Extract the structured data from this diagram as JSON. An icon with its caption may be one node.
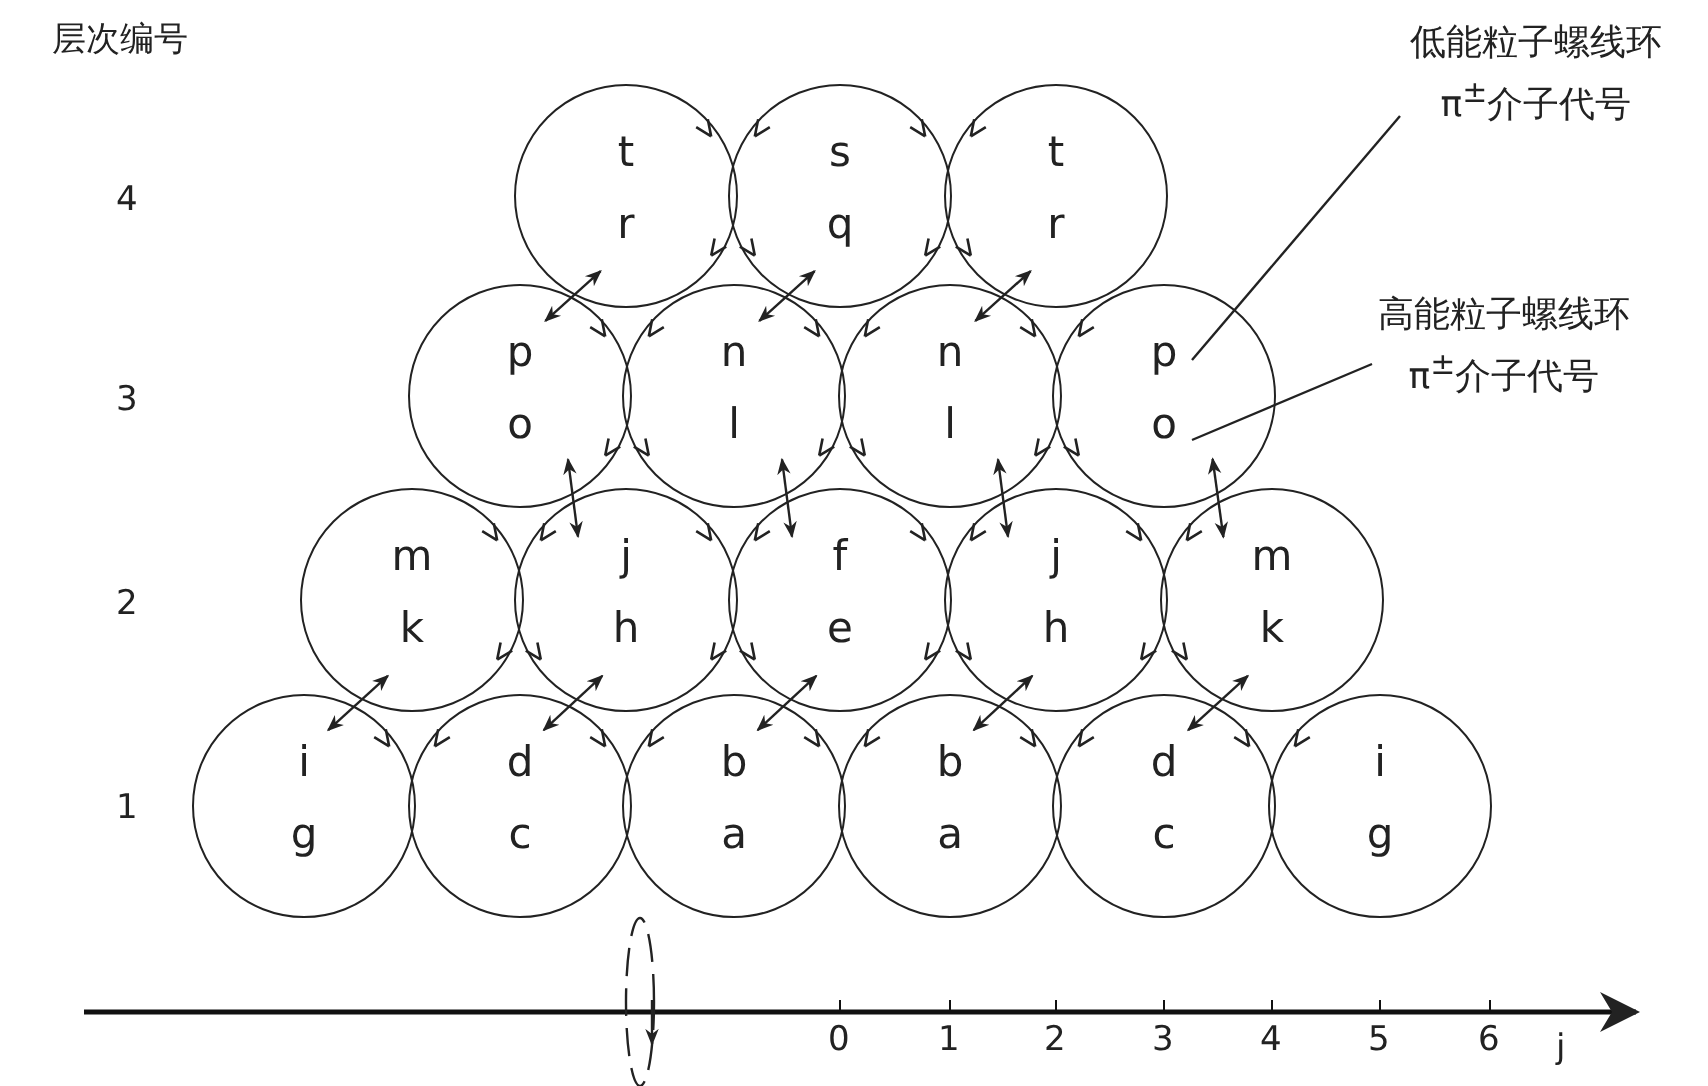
{
  "diagram": {
    "nodes": [
      {
        "text": [
          "t",
          "r"
        ]
      },
      {
        "text": [
          "s",
          "q"
        ]
      },
      {
        "text": [
          "t",
          "r"
        ]
      },
      {
        "text": [
          "p",
          "o"
        ]
      },
      {
        "text": [
          "n",
          "l"
        ]
      },
      {
        "text": [
          "n",
          "l"
        ]
      },
      {
        "text": [
          "p",
          "o"
        ]
      },
      {
        "text": [
          "m",
          "k"
        ]
      },
      {
        "text": [
          "j",
          "h"
        ]
      },
      {
        "text": [
          "f",
          "e"
        ]
      },
      {
        "text": [
          "j",
          "h"
        ]
      },
      {
        "text": [
          "m",
          "k"
        ]
      },
      {
        "text": [
          "i",
          "g"
        ]
      },
      {
        "text": [
          "d",
          "c"
        ]
      },
      {
        "text": [
          "b",
          "a"
        ]
      },
      {
        "text": [
          "b",
          "a"
        ]
      },
      {
        "text": [
          "d",
          "c"
        ]
      },
      {
        "text": [
          "i",
          "g"
        ]
      },
      {
        "text": [
          "低能粒子螺线环π$^{±}$介子代号"
        ]
      },
      {
        "text": [
          "高能粒子螺线环π$^{±}$介子代号"
        ]
      }
    ],
    "edges": [
      {
        "from": 0,
        "to": 3,
        "arrow": "both"
      },
      {
        "from": 1,
        "to": 4,
        "arrow": "both"
      },
      {
        "from": 2,
        "to": 5,
        "arrow": "both"
      },
      {
        "from": 3,
        "to": 8,
        "arrow": "both"
      },
      {
        "from": 4,
        "to": 9,
        "arrow": "both"
      },
      {
        "from": 5,
        "to": 10,
        "arrow": "both"
      },
      {
        "from": 6,
        "to": 11,
        "arrow": "both"
      },
      {
        "from": 7,
        "to": 12,
        "arrow": "both"
      },
      {
        "from": 8,
        "to": 13,
        "arrow": "both"
      },
      {
        "from": 9,
        "to": 14,
        "arrow": "both"
      },
      {
        "from": 10,
        "to": 15,
        "arrow": "both"
      },
      {
        "from": 11,
        "to": 16,
        "arrow": "both"
      },
      {
        "from": 18,
        "to": 6,
        "arrow": "none"
      },
      {
        "from": 19,
        "to": 6,
        "arrow": "none"
      }
    ],
    "labels": [
      "层次编号",
      "4",
      "3",
      "2",
      "1",
      "0",
      "1",
      "2",
      "3",
      "4",
      "5",
      "6",
      "j"
    ]
  }
}
